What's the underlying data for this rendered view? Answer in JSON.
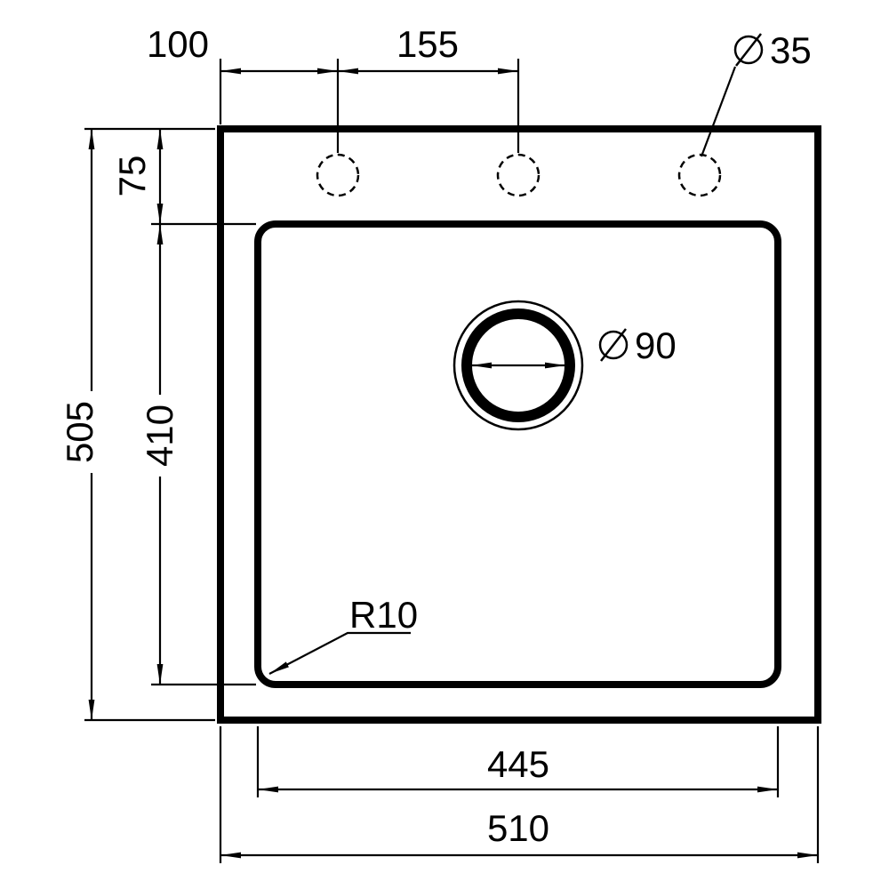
{
  "colors": {
    "line": "#000000",
    "background": "#ffffff"
  },
  "symbols": {
    "diameter": "⌀"
  },
  "dimensions": {
    "left_edge_to_first_hole": "100",
    "hole_spacing": "155",
    "faucet_hole_diameter": "35",
    "rim_to_bowl_top": "75",
    "overall_depth": "505",
    "bowl_depth": "410",
    "drain_diameter": "90",
    "bowl_corner_radius": "R10",
    "bowl_width": "445",
    "overall_width": "510"
  }
}
